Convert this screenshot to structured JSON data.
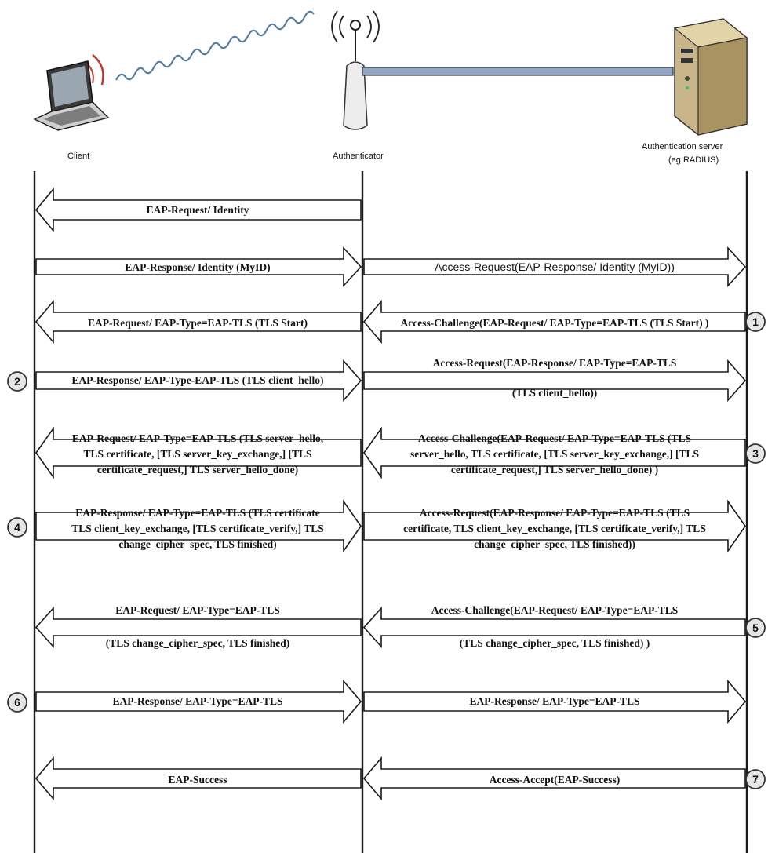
{
  "actors": {
    "client": "Client",
    "authenticator": "Authenticator",
    "server_line1": "Authentication server",
    "server_line2": "(eg RADIUS)"
  },
  "messages": {
    "m1": [
      "EAP-Request/ Identity"
    ],
    "m2": [
      "EAP-Response/ Identity (MyID)"
    ],
    "m3": [
      "Access-Request(EAP-Response/ Identity (MyID))"
    ],
    "m4": [
      "EAP-Request/ EAP-Type=EAP-TLS (TLS Start)"
    ],
    "m5": [
      "Access-Challenge(EAP-Request/ EAP-Type=EAP-TLS (TLS Start) )"
    ],
    "m6": [
      "EAP-Response/ EAP-Type-EAP-TLS (TLS client_hello)"
    ],
    "m7": [
      "Access-Request(EAP-Response/ EAP-Type=EAP-TLS",
      "(TLS client_hello))"
    ],
    "m8": [
      "EAP-Request/ EAP-Type=EAP-TLS (TLS server_hello,",
      "TLS certificate, [TLS server_key_exchange,] [TLS",
      "certificate_request,] TLS server_hello_done)"
    ],
    "m9": [
      "Access-Challenge(EAP-Request/ EAP-Type=EAP-TLS (TLS",
      "server_hello, TLS certificate, [TLS server_key_exchange,] [TLS",
      "certificate_request,] TLS server_hello_done) )"
    ],
    "m10": [
      "EAP-Response/ EAP-Type=EAP-TLS (TLS certificate",
      "TLS client_key_exchange, [TLS certificate_verify,] TLS",
      "change_cipher_spec, TLS finished)"
    ],
    "m11": [
      "Access-Request(EAP-Response/ EAP-Type=EAP-TLS (TLS",
      "certificate, TLS client_key_exchange, [TLS certificate_verify,] TLS",
      "change_cipher_spec, TLS finished))"
    ],
    "m12": [
      "EAP-Request/ EAP-Type=EAP-TLS",
      "(TLS change_cipher_spec, TLS finished)"
    ],
    "m13": [
      "Access-Challenge(EAP-Request/ EAP-Type=EAP-TLS",
      "(TLS change_cipher_spec, TLS finished) )"
    ],
    "m14": [
      "EAP-Response/ EAP-Type=EAP-TLS"
    ],
    "m15": [
      "EAP-Response/ EAP-Type=EAP-TLS"
    ],
    "m16": [
      "EAP-Success"
    ],
    "m17": [
      "Access-Accept(EAP-Success)"
    ]
  },
  "steps": [
    "1",
    "2",
    "3",
    "4",
    "5",
    "6",
    "7"
  ]
}
